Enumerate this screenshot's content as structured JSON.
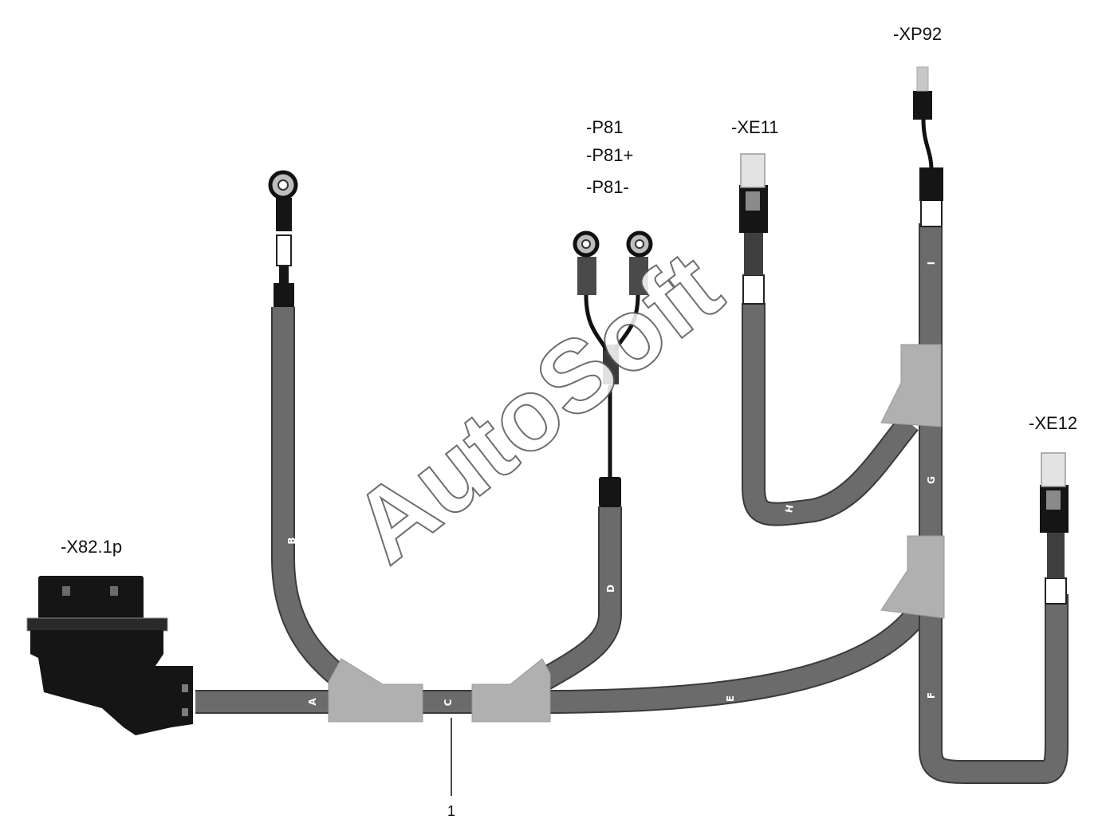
{
  "labels": {
    "x82": "-X82.1p",
    "p81": "-P81",
    "p81plus": "-P81+",
    "p81minus": "-P81-",
    "xe11": "-XE11",
    "xp92": "-XP92",
    "xe12": "-XE12",
    "callout": "1"
  },
  "segments": {
    "a": "A",
    "b": "B",
    "c": "C",
    "d": "D",
    "e": "E",
    "f": "F",
    "g": "G",
    "h": "H",
    "i": "I"
  },
  "watermark": "AutoSoft",
  "colors": {
    "cable": "#6b6b6b",
    "boot": "#b0b0b0",
    "connector": "#151515",
    "wire": "#111111"
  }
}
